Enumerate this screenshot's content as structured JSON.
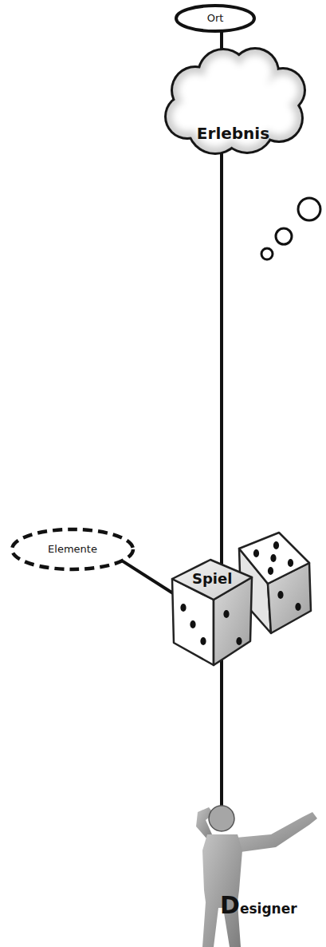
{
  "diagram": {
    "nodes": [
      {
        "text": [
          "Ort"
        ]
      },
      {
        "text": [
          "Erlebnis"
        ]
      },
      {
        "text": [
          "Elemente"
        ]
      },
      {
        "text": [
          "Spiel"
        ]
      },
      {
        "text": [
          "Designer"
        ]
      }
    ],
    "edges": [
      {
        "from": 0,
        "to": 1,
        "arrow": "none"
      },
      {
        "from": 1,
        "to": 3,
        "arrow": "none"
      },
      {
        "from": 2,
        "to": 3,
        "arrow": "none"
      },
      {
        "from": 3,
        "to": 4,
        "arrow": "none"
      }
    ]
  }
}
